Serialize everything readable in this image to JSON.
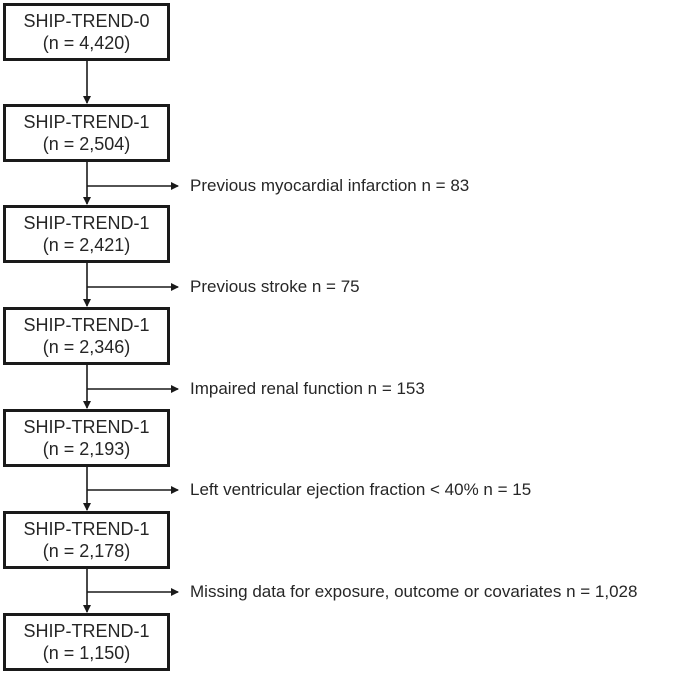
{
  "flow": {
    "boxes": [
      {
        "title": "SHIP-TREND-0",
        "count": "(n = 4,420)"
      },
      {
        "title": "SHIP-TREND-1",
        "count": "(n = 2,504)"
      },
      {
        "title": "SHIP-TREND-1",
        "count": "(n = 2,421)"
      },
      {
        "title": "SHIP-TREND-1",
        "count": "(n = 2,346)"
      },
      {
        "title": "SHIP-TREND-1",
        "count": "(n = 2,193)"
      },
      {
        "title": "SHIP-TREND-1",
        "count": "(n = 2,178)"
      },
      {
        "title": "SHIP-TREND-1",
        "count": "(n = 1,150)"
      }
    ],
    "exclusions": [
      {
        "label": "Previous myocardial infarction n = 83"
      },
      {
        "label": "Previous stroke n = 75"
      },
      {
        "label": "Impaired renal function n = 153"
      },
      {
        "label": "Left ventricular ejection fraction < 40% n = 15"
      },
      {
        "label": "Missing data for exposure, outcome or covariates n = 1,028"
      }
    ],
    "colors": {
      "line": "#1a1a1a",
      "text": "#262626",
      "background": "#ffffff"
    }
  }
}
